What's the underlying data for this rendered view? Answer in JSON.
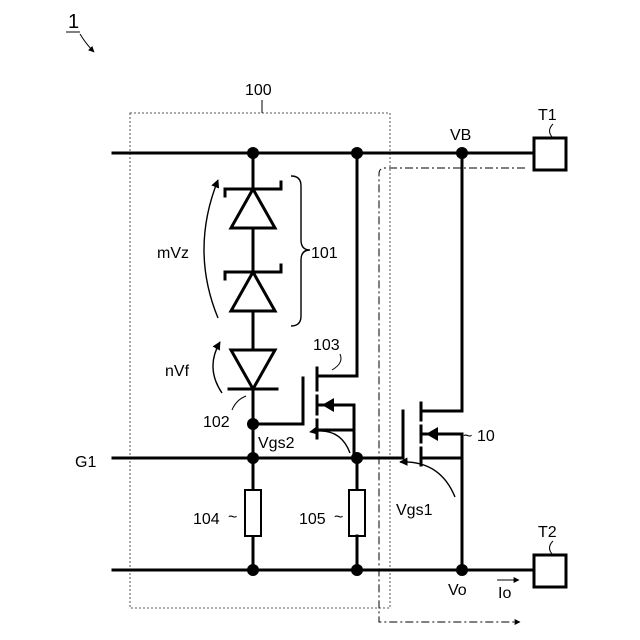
{
  "figure": {
    "number": "1",
    "block": "100",
    "terminals": {
      "t1": "T1",
      "t2": "T2"
    },
    "nodes": {
      "vb": "VB",
      "g1": "G1",
      "vo": "Vo",
      "io": "Io"
    },
    "components": {
      "zener_stack": "101",
      "diode": "102",
      "mosfet_sense": "103",
      "resistor_a": "104",
      "resistor_b": "105",
      "mosfet_main": "10",
      "tilde": "~"
    },
    "voltages": {
      "mvz": "mVz",
      "nvf": "nVf",
      "vgs1": "Vgs1",
      "vgs2": "Vgs2"
    }
  }
}
